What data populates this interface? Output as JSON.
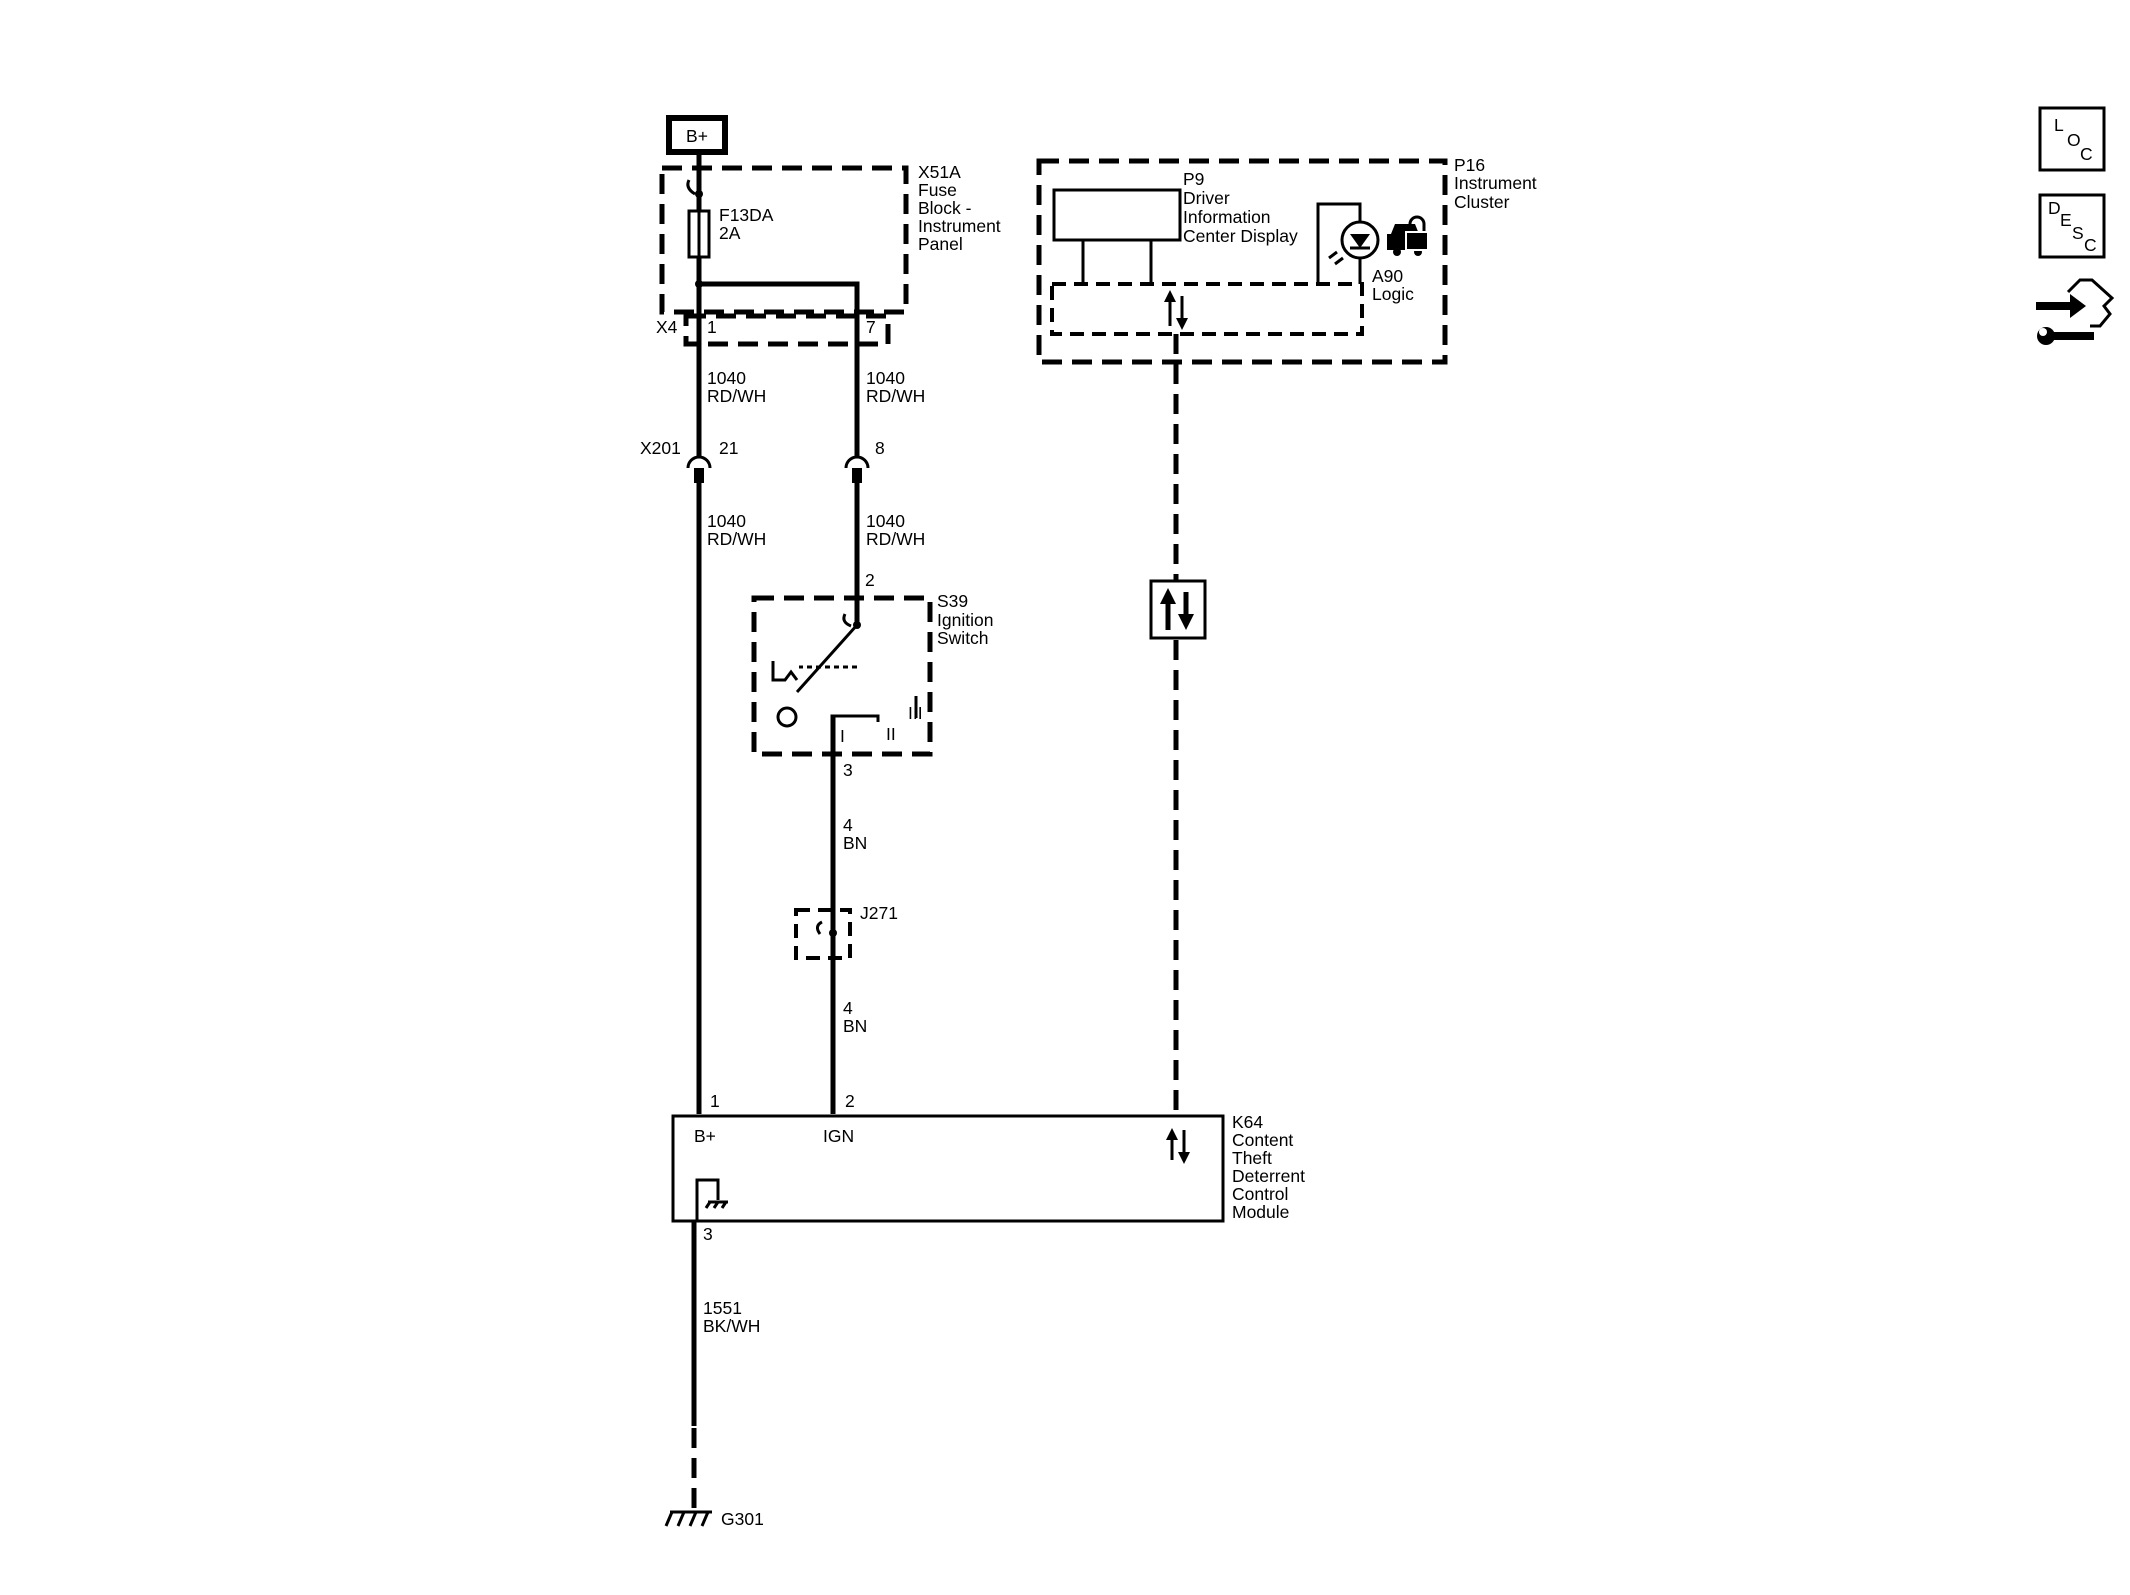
{
  "power": {
    "battery_label": "B+"
  },
  "fuse_block": {
    "id": "X51A",
    "name_lines": [
      "Fuse",
      "Block -",
      "Instrument",
      "Panel"
    ],
    "fuse_id": "F13DA",
    "fuse_rating": "2A",
    "connector": "X4",
    "pins": [
      "1",
      "7"
    ]
  },
  "inline_connector": {
    "id": "X201",
    "pins": [
      "21",
      "8"
    ]
  },
  "wires": {
    "circuit_1040": "1040",
    "color_rdwh": "RD/WH",
    "circuit_4": "4",
    "color_bn": "BN",
    "circuit_1551": "1551",
    "color_bkwh": "BK/WH"
  },
  "ignition_switch": {
    "id": "S39",
    "name_lines": [
      "Ignition",
      "Switch"
    ],
    "input_pin": "2",
    "output_pin": "3",
    "positions": [
      "I",
      "II",
      "III"
    ]
  },
  "splice": {
    "id": "J271"
  },
  "instrument_cluster": {
    "id": "P16",
    "name_lines": [
      "Instrument",
      "Cluster"
    ],
    "display_id": "P9",
    "display_name_lines": [
      "Driver",
      "Information",
      "Center Display"
    ],
    "logic_id": "A90",
    "logic_name": "Logic"
  },
  "module": {
    "id": "K64",
    "name_lines": [
      "Content",
      "Theft",
      "Deterrent",
      "Control",
      "Module"
    ],
    "pins": [
      "1",
      "2",
      "3"
    ],
    "bplus_label": "B+",
    "ign_label": "IGN"
  },
  "ground": {
    "id": "G301"
  },
  "side_buttons": {
    "loc": [
      "L",
      "O",
      "C"
    ],
    "desc": [
      "D",
      "E",
      "S",
      "C"
    ],
    "tools_icon": "arrows-wrench-icon"
  }
}
